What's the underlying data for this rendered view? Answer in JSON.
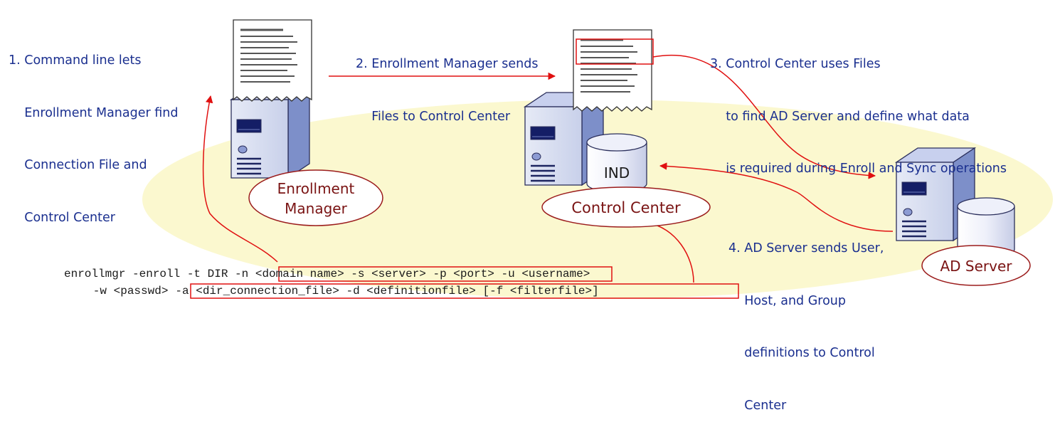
{
  "steps": {
    "step1": [
      "1. Command line lets",
      "    Enrollment Manager find",
      "    Connection File and",
      "    Control Center"
    ],
    "step2": [
      "2. Enrollment Manager sends",
      "    Files to Control Center"
    ],
    "step3": [
      "3. Control Center uses Files",
      "    to find AD Server and define what data",
      "    is required during Enroll and Sync operations"
    ],
    "step4": [
      "4. AD Server sends User,",
      "    Host, and Group",
      "    definitions to Control",
      "    Center"
    ]
  },
  "nodes": {
    "enrollment_manager": [
      "Enrollment",
      "Manager"
    ],
    "control_center": "Control Center",
    "ad_server": "AD Server",
    "database": "IND"
  },
  "command": {
    "line1_prefix": "enrollmgr -enroll -t DIR ",
    "line1_highlight": "-n <domain name> -s <server> -p <port>",
    "line1_suffix": " -u <username>",
    "line2_prefix": "   -w <passwd>",
    "line2_highlight": "-a <dir_connection_file> -d <definitionfile> [-f <filterfile>]"
  },
  "colors": {
    "step_text": "#1a2f8f",
    "arrow": "#e01010",
    "label_text": "#7a1414",
    "label_border": "#9b1c1c",
    "background_ellipse": "#fbf8cf",
    "server_front": "#d6dcef",
    "server_side": "#7d8fc9"
  }
}
